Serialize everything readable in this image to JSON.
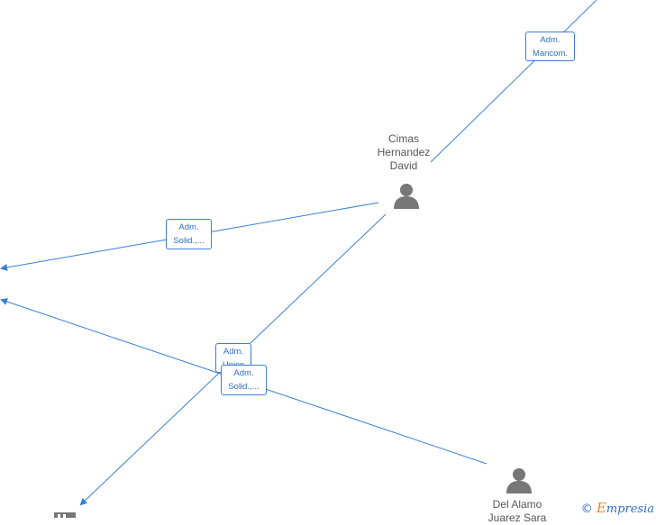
{
  "edges": [
    {
      "label_line1": "Adm.",
      "label_line2": "Mancom."
    },
    {
      "label_line1": "Adm.",
      "label_line2": "Solid.,..."
    },
    {
      "label_line1": "Adm.",
      "label_line2": "Unico"
    },
    {
      "label_line1": "Adm.",
      "label_line2": "Solid.,..."
    }
  ],
  "nodes": {
    "cimas": {
      "name_line1": "Cimas",
      "name_line2": "Hernandez",
      "name_line3": "David",
      "icon": "person-icon"
    },
    "delalamo": {
      "name_line1": "Del Alamo",
      "name_line2": "Juarez Sara",
      "icon": "person-icon"
    }
  },
  "watermark": {
    "copyright": "©",
    "brand_initial": "E",
    "brand_rest": "mpresia"
  },
  "colors": {
    "edge": "#3a7fd5",
    "icon": "#777777",
    "text": "#555555"
  }
}
